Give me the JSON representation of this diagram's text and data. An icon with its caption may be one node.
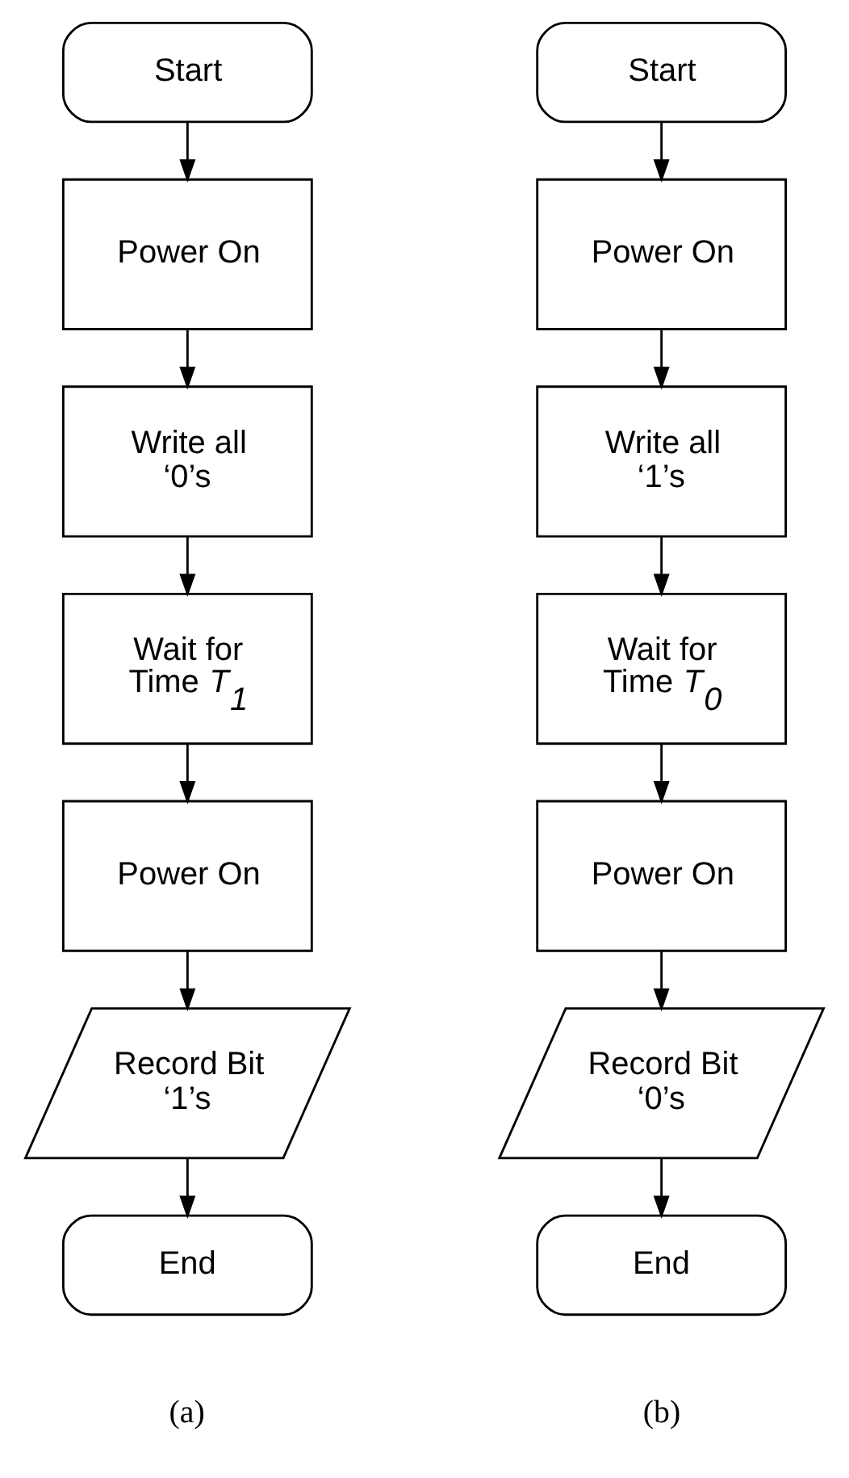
{
  "diagram": {
    "nodes": [
      {
        "text": [
          "Start"
        ]
      },
      {
        "text": [
          "Power On"
        ]
      },
      {
        "text": [
          "Write all ‘0’s"
        ]
      },
      {
        "text": [
          "Wait for Time *T$_{1}$*"
        ]
      },
      {
        "text": [
          "Power On"
        ]
      },
      {
        "text": [
          "Record Bit ‘1’s"
        ]
      },
      {
        "text": [
          "End"
        ]
      },
      {
        "text": [
          "Start"
        ]
      },
      {
        "text": [
          "Power On"
        ]
      },
      {
        "text": [
          "Write all ‘1’s"
        ]
      },
      {
        "text": [
          "Wait for Time *T$_{0}$*"
        ]
      },
      {
        "text": [
          "Power On"
        ]
      },
      {
        "text": [
          "Record Bit ‘0’s"
        ]
      },
      {
        "text": [
          "End"
        ]
      }
    ],
    "edges": [
      {
        "from": 0,
        "to": 1,
        "arrow": "to"
      },
      {
        "from": 1,
        "to": 2,
        "arrow": "to"
      },
      {
        "from": 2,
        "to": 3,
        "arrow": "to"
      },
      {
        "from": 3,
        "to": 4,
        "arrow": "to"
      },
      {
        "from": 4,
        "to": 5,
        "arrow": "to"
      },
      {
        "from": 5,
        "to": 6,
        "arrow": "to"
      },
      {
        "from": 7,
        "to": 8,
        "arrow": "to"
      },
      {
        "from": 8,
        "to": 9,
        "arrow": "to"
      },
      {
        "from": 9,
        "to": 10,
        "arrow": "to"
      },
      {
        "from": 10,
        "to": 11,
        "arrow": "to"
      },
      {
        "from": 11,
        "to": 12,
        "arrow": "to"
      },
      {
        "from": 12,
        "to": 13,
        "arrow": "to"
      }
    ],
    "labels": [
      "(a)",
      "(b)"
    ]
  }
}
